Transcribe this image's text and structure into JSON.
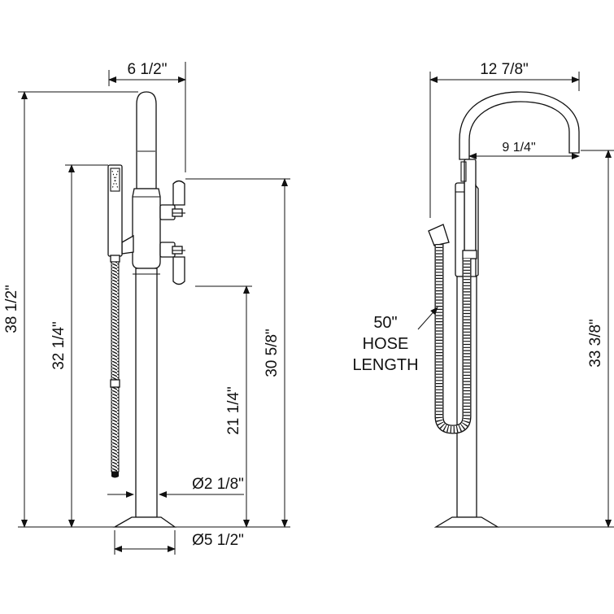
{
  "front_view": {
    "dimensions": {
      "spout_reach": "6 1/2\"",
      "overall_height": "38 1/2\"",
      "handshower_height": "32 1/4\"",
      "valve_height": "30 5/8\"",
      "lower_handle_height": "21 1/4\"",
      "column_diameter": "Ø2 1/8\"",
      "base_diameter": "Ø5 1/2\""
    }
  },
  "side_view": {
    "dimensions": {
      "overall_width": "12 7/8\"",
      "spout_projection": "9 1/4\"",
      "spout_outlet_height": "33 3/8\""
    },
    "hose_note": [
      "50\"",
      "HOSE",
      "LENGTH"
    ]
  }
}
